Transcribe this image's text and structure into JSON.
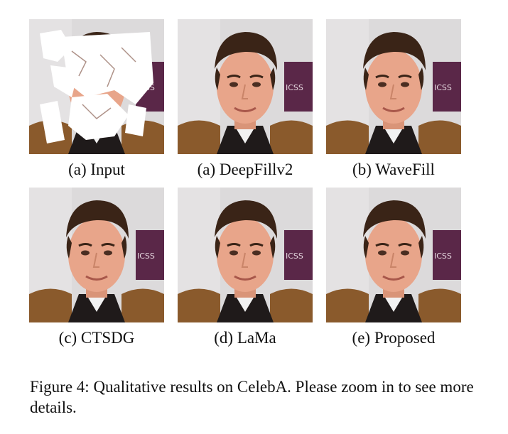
{
  "figure": {
    "panels": [
      {
        "label": "(a) Input",
        "image": "portrait-masked-input"
      },
      {
        "label": "(a) DeepFillv2",
        "image": "portrait-inpainted-deepfillv2"
      },
      {
        "label": "(b) WaveFill",
        "image": "portrait-inpainted-wavefill"
      },
      {
        "label": "(c) CTSDG",
        "image": "portrait-inpainted-ctsdg"
      },
      {
        "label": "(d) LaMa",
        "image": "portrait-inpainted-lama"
      },
      {
        "label": "(e) Proposed",
        "image": "portrait-inpainted-proposed"
      }
    ],
    "caption": "Figure 4: Qualitative results on CelebA. Please zoom in to see more details."
  },
  "colors": {
    "background": "#ffffff",
    "wall": "#d9d7d8",
    "skin": "#e8a58a",
    "hair": "#3a2417",
    "jacket": "#8a5a2c",
    "logo_panel": "#5a2748",
    "mask": "#ffffff"
  }
}
